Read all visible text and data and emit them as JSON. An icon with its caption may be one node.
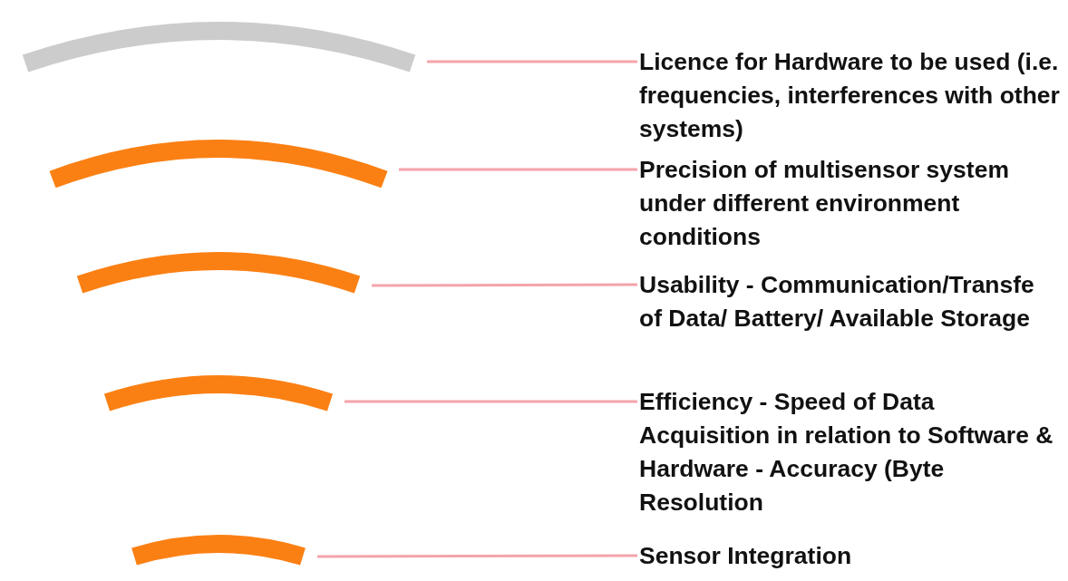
{
  "diagram": {
    "nodes": [
      {
        "text": [],
        "shape": "arc"
      },
      {
        "text": [],
        "shape": "arc"
      },
      {
        "text": [],
        "shape": "arc"
      },
      {
        "text": [],
        "shape": "arc"
      },
      {
        "text": [],
        "shape": "arc"
      },
      {
        "text": [
          "Licence for Hardware to be used (i.e. frequencies,  interferences with other systems)"
        ]
      },
      {
        "text": [
          "Precision of multisensor system under different environment conditions"
        ]
      },
      {
        "text": [
          "Usability - Communication/Transfe of Data/ Battery/ Available Storage"
        ]
      },
      {
        "text": [
          "Efficiency - Speed of Data Acquisition in relation to Software & Hardware - Accuracy (Byte Resolution"
        ]
      },
      {
        "text": [
          "Sensor Integration"
        ]
      }
    ],
    "edges": [
      {
        "from": 0,
        "to": 5,
        "arrow": "none"
      },
      {
        "from": 1,
        "to": 6,
        "arrow": "none"
      },
      {
        "from": 2,
        "to": 7,
        "arrow": "none"
      },
      {
        "from": 3,
        "to": 8,
        "arrow": "none"
      },
      {
        "from": 4,
        "to": 9,
        "arrow": "none"
      }
    ]
  }
}
